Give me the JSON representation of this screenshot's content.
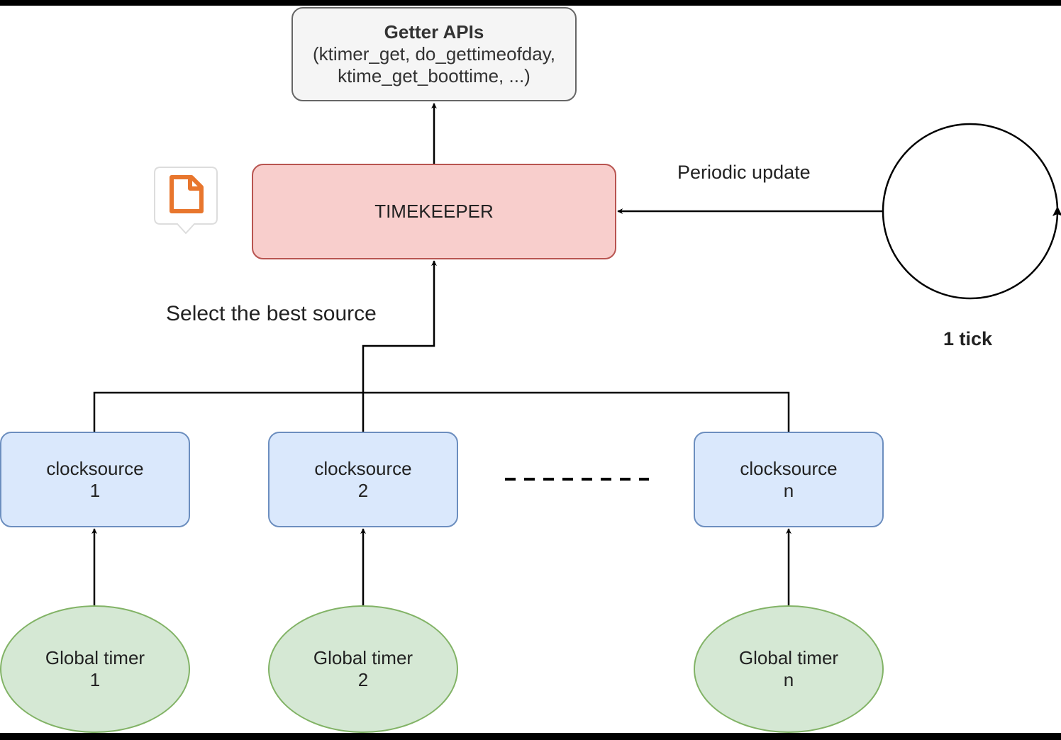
{
  "getter": {
    "title": "Getter APIs",
    "line1": "(ktimer_get, do_gettimeofday,",
    "line2": "ktime_get_boottime, ...)"
  },
  "timekeeper": {
    "label": "TIMEKEEPER"
  },
  "labels": {
    "select": "Select the best source",
    "periodic": "Periodic update",
    "tick": "1 tick"
  },
  "clocksources": [
    {
      "line1": "clocksource",
      "line2": "1"
    },
    {
      "line1": "clocksource",
      "line2": "2"
    },
    {
      "line1": "clocksource",
      "line2": "n"
    }
  ],
  "global_timers": [
    {
      "line1": "Global timer",
      "line2": "1"
    },
    {
      "line1": "Global timer",
      "line2": "2"
    },
    {
      "line1": "Global timer",
      "line2": "n"
    }
  ],
  "icons": {
    "note": "document-icon"
  },
  "colors": {
    "getter_fill": "#f5f5f5",
    "getter_stroke": "#666666",
    "timekeeper_fill": "#f8cecc",
    "timekeeper_stroke": "#b85450",
    "clocksource_fill": "#dae8fc",
    "clocksource_stroke": "#6c8ebf",
    "timer_fill": "#d5e8d4",
    "timer_stroke": "#82b366",
    "note_icon": "#e8762d"
  }
}
